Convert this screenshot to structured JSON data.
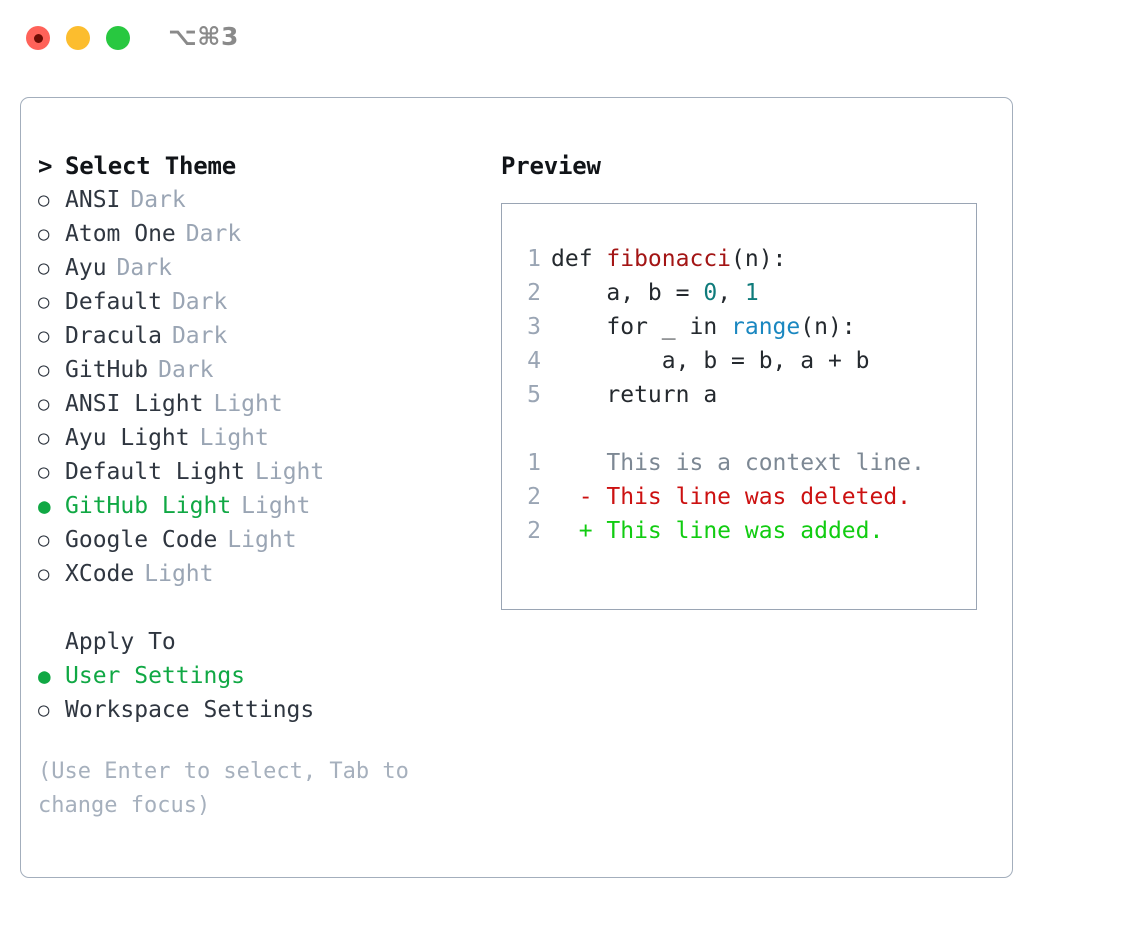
{
  "titlebar": {
    "shortcut": "⌥⌘3",
    "buttons": [
      {
        "name": "close",
        "color": "#ff6259"
      },
      {
        "name": "minimize",
        "color": "#fcbd2e"
      },
      {
        "name": "zoom",
        "color": "#28c840"
      }
    ]
  },
  "theme_picker": {
    "header": "Select Theme",
    "caret": ">",
    "bullet_unselected": "○",
    "bullet_selected": "●",
    "items": [
      {
        "label": "ANSI",
        "category": "Dark",
        "selected": false
      },
      {
        "label": "Atom One",
        "category": "Dark",
        "selected": false
      },
      {
        "label": "Ayu",
        "category": "Dark",
        "selected": false
      },
      {
        "label": "Default",
        "category": "Dark",
        "selected": false
      },
      {
        "label": "Dracula",
        "category": "Dark",
        "selected": false
      },
      {
        "label": "GitHub",
        "category": "Dark",
        "selected": false
      },
      {
        "label": "ANSI Light",
        "category": "Light",
        "selected": false
      },
      {
        "label": "Ayu Light",
        "category": "Light",
        "selected": false
      },
      {
        "label": "Default Light",
        "category": "Light",
        "selected": false
      },
      {
        "label": "GitHub Light",
        "category": "Light",
        "selected": true
      },
      {
        "label": "Google Code",
        "category": "Light",
        "selected": false
      },
      {
        "label": "XCode",
        "category": "Light",
        "selected": false
      }
    ]
  },
  "apply_to": {
    "header": "Apply To",
    "options": [
      {
        "label": "User Settings",
        "selected": true
      },
      {
        "label": "Workspace Settings",
        "selected": false
      }
    ]
  },
  "hint": "(Use Enter to select, Tab to change focus)",
  "preview": {
    "title": "Preview",
    "code_lines": [
      {
        "number": "1",
        "tokens": [
          {
            "text": "def ",
            "type": "plain"
          },
          {
            "text": "fibonacci",
            "type": "fn"
          },
          {
            "text": "(n):",
            "type": "plain"
          }
        ]
      },
      {
        "number": "2",
        "tokens": [
          {
            "text": "    a, b = ",
            "type": "plain"
          },
          {
            "text": "0",
            "type": "num"
          },
          {
            "text": ", ",
            "type": "plain"
          },
          {
            "text": "1",
            "type": "num"
          }
        ]
      },
      {
        "number": "3",
        "tokens": [
          {
            "text": "    for _ in ",
            "type": "plain"
          },
          {
            "text": "range",
            "type": "builtin"
          },
          {
            "text": "(n):",
            "type": "plain"
          }
        ]
      },
      {
        "number": "4",
        "tokens": [
          {
            "text": "        a, b = b, a + b",
            "type": "plain"
          }
        ]
      },
      {
        "number": "5",
        "tokens": [
          {
            "text": "    return a",
            "type": "plain"
          }
        ]
      }
    ],
    "diff_lines": [
      {
        "number": "1",
        "marker": " ",
        "text": "This is a context line.",
        "type": "context"
      },
      {
        "number": "2",
        "marker": "-",
        "text": "This line was deleted.",
        "type": "deleted"
      },
      {
        "number": "2",
        "marker": "+",
        "text": "This line was added.",
        "type": "added"
      }
    ]
  },
  "colors": {
    "selected_green": "#10a844",
    "diff_add": "#11cc11",
    "diff_del": "#cc1111",
    "muted": "#9aa5b4",
    "function": "#a31515",
    "number": "#0f7b7b",
    "builtin": "#1a87c0"
  }
}
